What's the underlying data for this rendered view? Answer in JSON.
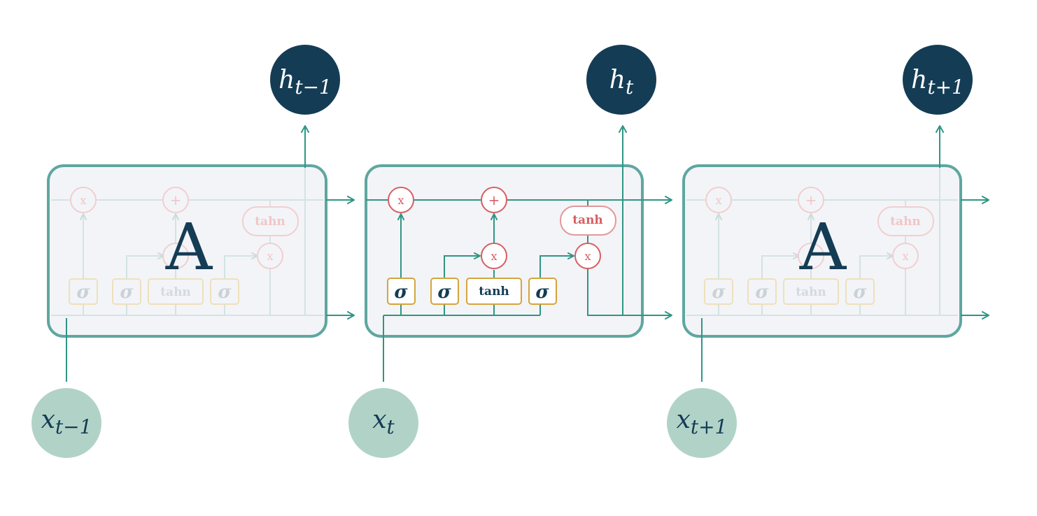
{
  "colors": {
    "teal": "#2e9685",
    "cell_border": "#5ea7a0",
    "cell_fill": "#f3f4f7",
    "navy": "#143c55",
    "sage": "#b1d3c7",
    "red": "#d65f63",
    "gold": "#d4a53c"
  },
  "cells": [
    {
      "label": "A",
      "faded": true
    },
    {
      "label": "",
      "faded": false
    },
    {
      "label": "A",
      "faded": true
    }
  ],
  "inputs": [
    {
      "base": "x",
      "sub": "t−1"
    },
    {
      "base": "x",
      "sub": "t"
    },
    {
      "base": "x",
      "sub": "t+1"
    }
  ],
  "outputs": [
    {
      "base": "h",
      "sub": "t−1"
    },
    {
      "base": "h",
      "sub": "t"
    },
    {
      "base": "h",
      "sub": "t+1"
    }
  ],
  "gate_labels": {
    "sigma": "σ",
    "tanh": "tanh",
    "tahn": "tahn",
    "times": "x",
    "plus": "+"
  }
}
